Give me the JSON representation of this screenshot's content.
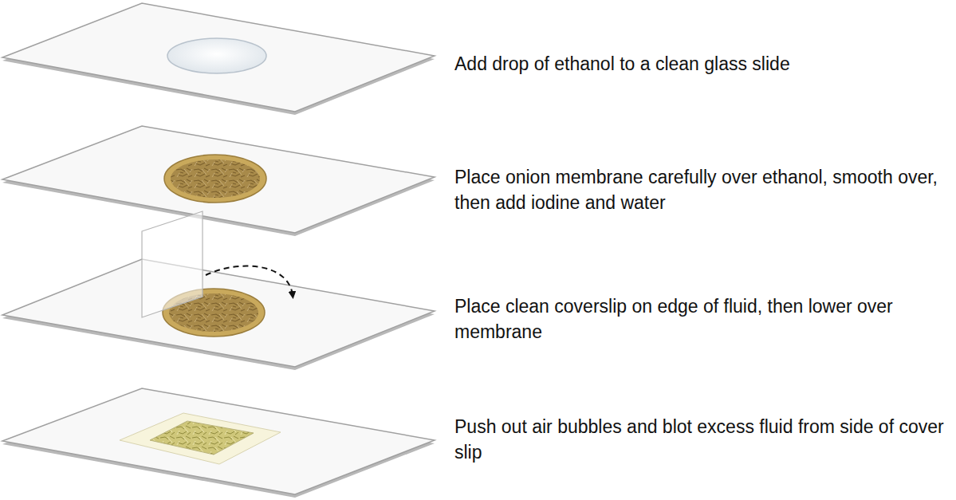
{
  "diagram": {
    "labels": [
      "Add drop of ethanol to a clean glass slide",
      "Place onion membrane carefully over ethanol, smooth over, then add iodine and water",
      "Place clean coverslip on edge of fluid, then lower over membrane",
      "Push out air bubbles and blot excess fluid from side of cover slip"
    ]
  }
}
